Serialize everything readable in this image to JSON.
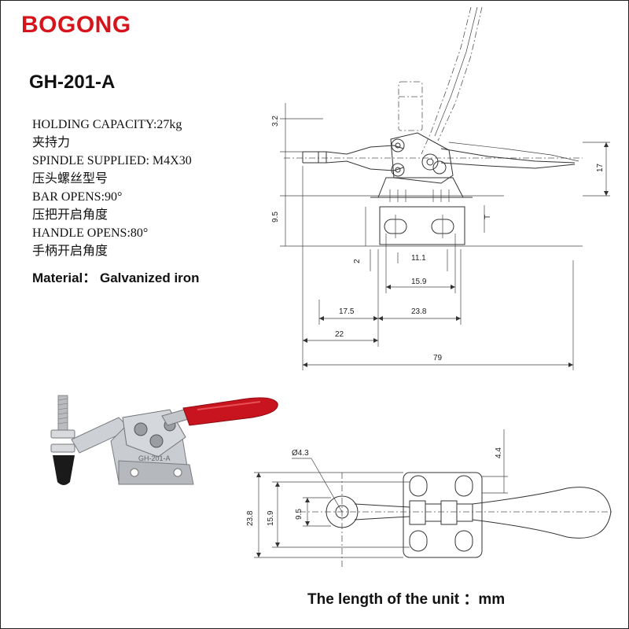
{
  "brand": "BOGONG",
  "model": "GH-201-A",
  "specs": [
    "HOLDING CAPACITY:27kg",
    "夹持力",
    "SPINDLE SUPPLIED: M4X30",
    "压头螺丝型号",
    "BAR OPENS:90°",
    "压把开启角度",
    "HANDLE OPENS:80°",
    "手柄开启角度"
  ],
  "material": "Material： Galvanized iron",
  "units_note": "The length of the unit ：mm",
  "dimensions": {
    "d_3_2": "3.2",
    "d_17": "17",
    "d_9_5_side": "9.5",
    "d_T": "T",
    "d_2": "2",
    "d_11_1": "11.1",
    "d_15_9_top": "15.9",
    "d_17_5": "17.5",
    "d_23_8_top": "23.8",
    "d_22": "22",
    "d_79": "79",
    "d_phi_4_3": "Ø4.3",
    "d_4_4": "4.4",
    "d_23_8_bottom": "23.8",
    "d_15_9_bottom": "15.9",
    "d_9_5_bottom": "9.5"
  },
  "colors": {
    "brand": "#d6141c",
    "handle_grip": "#c8141e",
    "metal": "#c9ccd1",
    "rubber_tip": "#1a1a1a"
  }
}
